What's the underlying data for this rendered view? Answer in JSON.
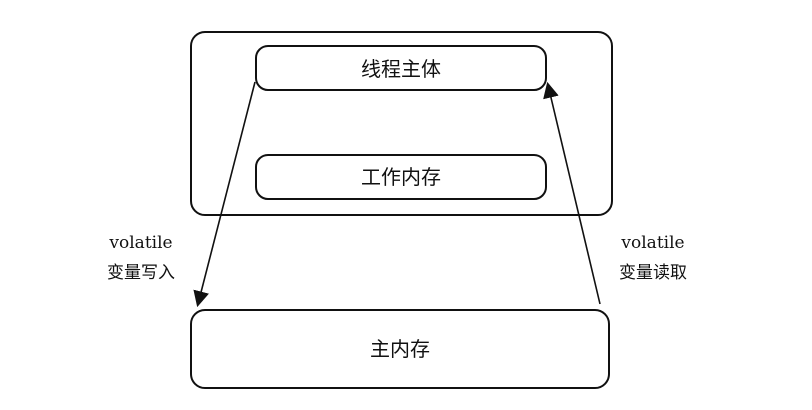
{
  "diagram": {
    "thread_box": {
      "main_label": "线程主体",
      "working_memory_label": "工作内存"
    },
    "main_memory_label": "主内存",
    "left_arrow": {
      "line1": "volatile",
      "line2": "变量写入"
    },
    "right_arrow": {
      "line1": "volatile",
      "line2": "变量读取"
    },
    "colors": {
      "stroke": "#111111",
      "background": "#ffffff"
    }
  }
}
